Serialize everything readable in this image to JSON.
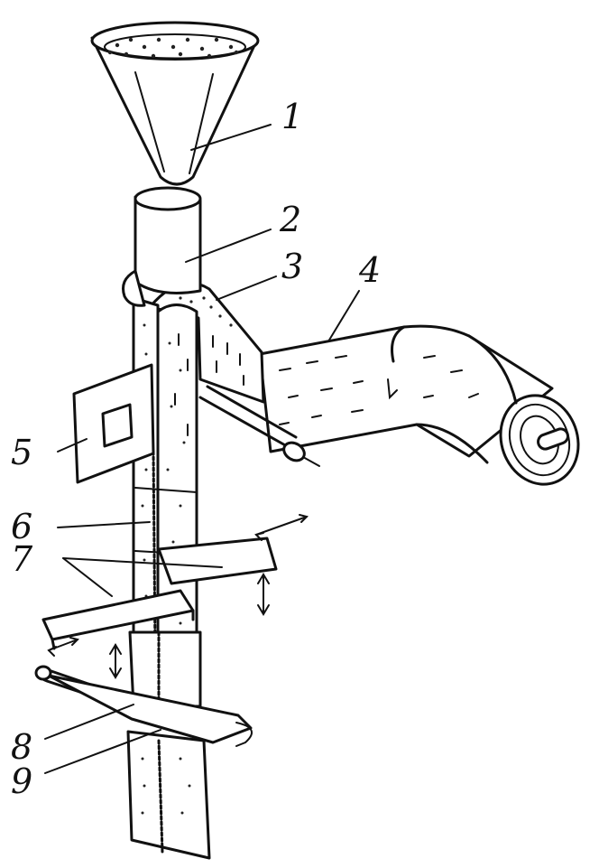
{
  "figure": {
    "labels": [
      {
        "key": "l1",
        "text": "1"
      },
      {
        "key": "l2",
        "text": "2"
      },
      {
        "key": "l3",
        "text": "3"
      },
      {
        "key": "l4",
        "text": "4"
      },
      {
        "key": "l5",
        "text": "5"
      },
      {
        "key": "l6",
        "text": "6"
      },
      {
        "key": "l7",
        "text": "7"
      },
      {
        "key": "l8",
        "text": "8"
      },
      {
        "key": "l9",
        "text": "9"
      }
    ]
  },
  "ink_color": "#111111"
}
